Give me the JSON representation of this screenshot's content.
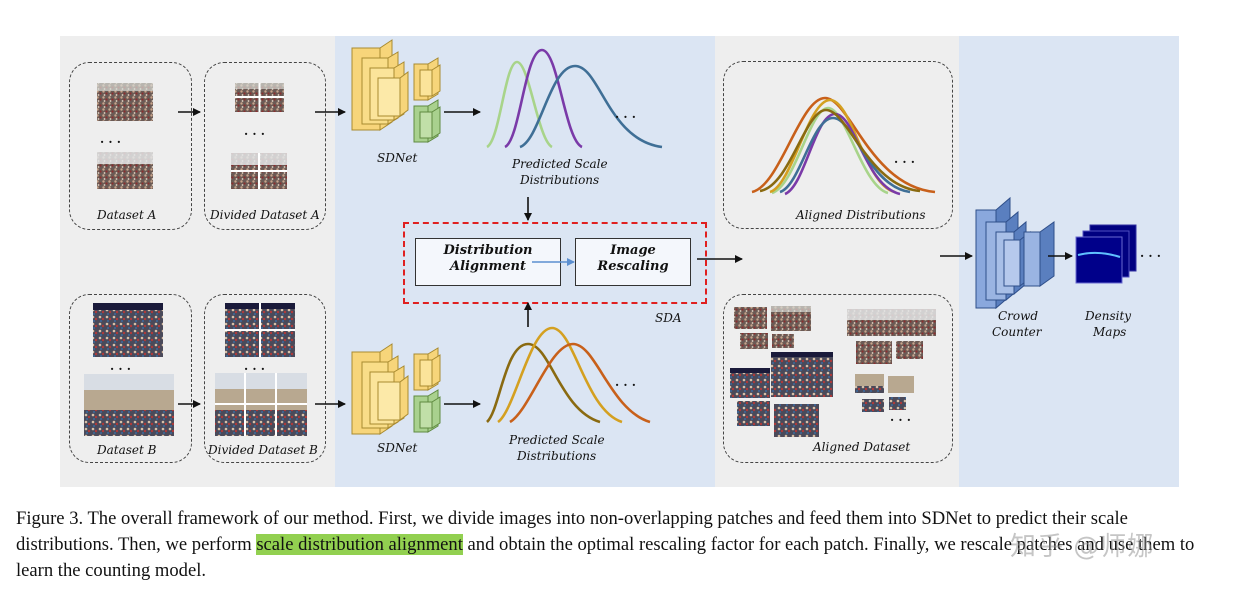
{
  "labels": {
    "dataset_a": "Dataset A",
    "divided_a": "Divided Dataset A",
    "dataset_b": "Dataset B",
    "divided_b": "Divided Dataset B",
    "sdnet_top": "SDNet",
    "sdnet_bottom": "SDNet",
    "pred_top_1": "Predicted Scale",
    "pred_top_2": "Distributions",
    "pred_bot_1": "Predicted Scale",
    "pred_bot_2": "Distributions",
    "dist_align_1": "Distribution",
    "dist_align_2": "Alignment",
    "img_rescale_1": "Image",
    "img_rescale_2": "Rescaling",
    "sda": "SDA",
    "aligned_dist": "Aligned Distributions",
    "aligned_dataset": "Aligned Dataset",
    "crowd_1": "Crowd",
    "crowd_2": "Counter",
    "density_1": "Density",
    "density_2": "Maps",
    "ellipsis": ". . ."
  },
  "caption": {
    "part1": "Figure 3. The overall framework of our method. First, we divide images into non-overlapping patches and feed them into SDNet to predict their scale distributions. Then, we perform ",
    "highlight": "scale distribution alignment",
    "part2": " and obtain the optimal rescaling factor for each patch. Finally, we rescale patches and use them to learn the counting model."
  },
  "watermark": "知乎 @师娜",
  "colors": {
    "curve_green": "#a8d48a",
    "curve_purple": "#7a3aa8",
    "curve_blue": "#3f6f96",
    "curve_olive": "#8a6a10",
    "curve_orange": "#c8601a",
    "curve_gold": "#d4a020",
    "highlight": "#92d050",
    "sda_border": "#e02020"
  }
}
